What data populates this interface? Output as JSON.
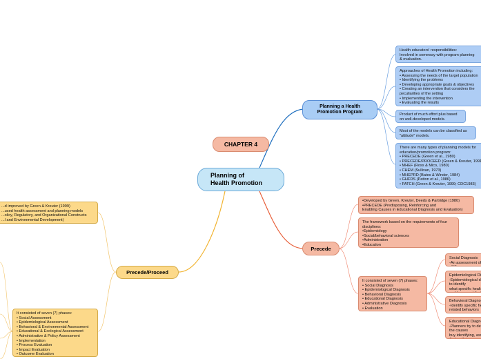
{
  "root": {
    "label": "Planning of\nHealth Promotion"
  },
  "chapter": {
    "label": "CHAPTER 4"
  },
  "branches": {
    "planning_model": {
      "label": "Planning a Health\nPromotion Program",
      "notes": [
        "Health educators' responsibilities:\nInvolved in someway with program planning\n& evaluation.",
        "Approaches of Health Promotion including:\n• Assessing the needs of the target population\n• Identifying the problems\n• Developing appropriate goals & objectives\n• Creating an intervention that considers the\npeculiarities of the setting\n• Implementing the intervention\n• Evaluating the results",
        "Product of much effort plus based\non well-developed models.",
        "Most of the models can be classified as\n\"attitude\" models.",
        "There are many types of planning models for\neducation/promotion program:\n• PRECEDE (Green et al., 1980)\n• PRECEDE/PROCEED (Green & Kreuter, 1991)\n• MHEF (Ross & Mico, 1980)\n• CHEM (Sullivan, 1973)\n• MHEPRD (Bates & Winder, 1984)\n• GHFDS (Patton et al., 1986)\n• PATCH (Green & Kreuter, 1999; CDC1983)"
      ]
    },
    "precede": {
      "label": "Precede",
      "notes": [
        "•Developed by Green, Kreuter, Deeds & Partridge (1980)\n•PRECEDE (Predisposing, Reinforcing and\nEnabling Causes in Educational Diagnosis and Evaluation)",
        "The framework based on the requirements of four\ndisciplines:\n•Epidemiology\n•Social/behavioral sciences\n•Administration\n•Education",
        "It consisted of seven (7) phases:\n• Social Diagnosis\n• Epidemiological Diagnosis\n• Behavioral Diagnosis\n• Educational Diagnosis\n• Administrative Diagnosis\n• Evaluation"
      ],
      "phases": [
        "Social Diagnosis\n-An assessment of quality of life",
        "Epidemiological Diagnosis\n-Epidemiological data used to identify\nwhat specific health problems contribute\nto social problems",
        "Behavioral Diagnosis\n-Identify specific health-related behaviors\nassociated with the health problems",
        "Educational Diagnosis\n-Planners try to determine the causes\nbuy identifying, assessing, & classifying\nfactors that have the potential to affect"
      ]
    },
    "precede_proceed": {
      "label": "Precede/Proceed",
      "notes": [
        "...d improved by Green & Kreuter (1999)\n...used health assessment and planning models\n...olicy, Regulatory, and Organizational Constructs\n...l and Environmental Development)",
        "It consisted of seven (7) phases:\n• Social Assessment\n• Epidemiological Assessment\n• Behavioral & Environmental Assessment\n• Educational & Ecological Assessment\n• Administrative & Policy Assessment\n• Implementation\n• Process Evaluation\n• Impact Evaluation\n• Outcome Evaluation"
      ]
    }
  },
  "colors": {
    "blue_line": "#1f6fbf",
    "red_line": "#e8613c",
    "yellow_line": "#f2b431"
  }
}
